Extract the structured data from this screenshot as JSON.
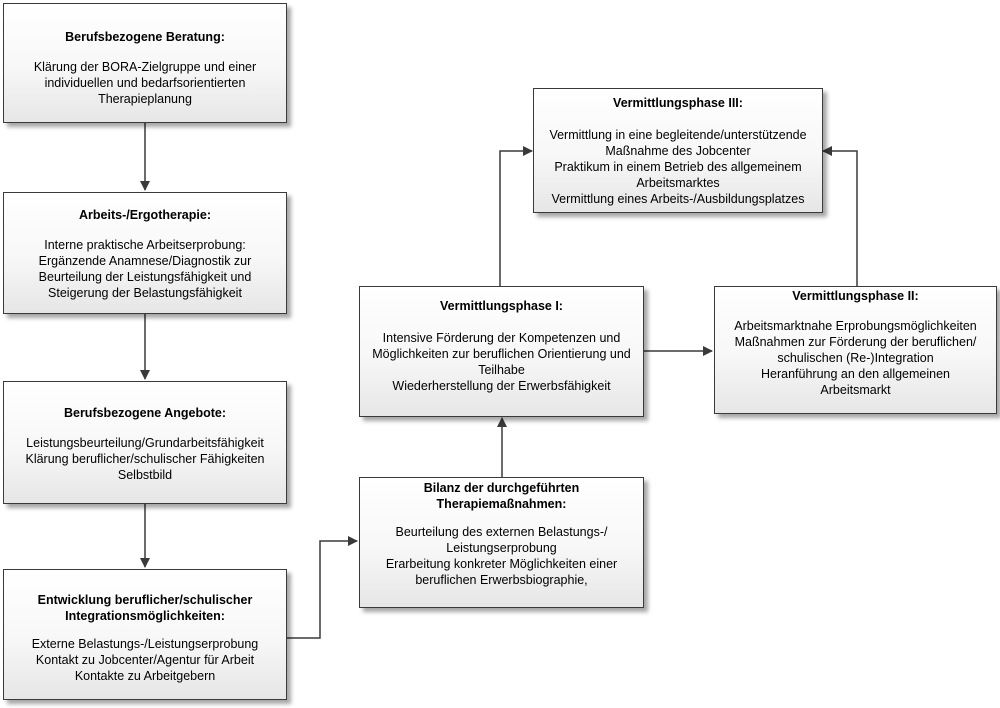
{
  "boxes": {
    "beratung": {
      "title": "Berufsbezogene Beratung:",
      "lines": [
        "Klärung der BORA-Zielgruppe und einer",
        "individuellen und bedarfsorientierten",
        "Therapieplanung"
      ]
    },
    "ergotherapie": {
      "title": "Arbeits-/Ergotherapie:",
      "lines": [
        "Interne praktische Arbeitserprobung:",
        "Ergänzende Anamnese/Diagnostik zur",
        "Beurteilung der Leistungsfähigkeit und",
        "Steigerung der Belastungsfähigkeit"
      ]
    },
    "angebote": {
      "title": "Berufsbezogene Angebote:",
      "lines": [
        "Leistungsbeurteilung/Grundarbeitsfähigkeit",
        "Klärung beruflicher/schulischer Fähigkeiten",
        "Selbstbild"
      ]
    },
    "entwicklung": {
      "title_lines": [
        "Entwicklung beruflicher/schulischer",
        "Integrationsmöglichkeiten:"
      ],
      "lines": [
        "Externe Belastungs-/Leistungserprobung",
        "Kontakt zu Jobcenter/Agentur für Arbeit",
        "Kontakte zu Arbeitgebern"
      ]
    },
    "bilanz": {
      "title_lines": [
        "Bilanz der durchgeführten",
        "Therapiemaßnahmen:"
      ],
      "lines": [
        "Beurteilung des externen Belastungs-/",
        "Leistungserprobung",
        "Erarbeitung konkreter Möglichkeiten einer",
        "beruflichen Erwerbsbiographie,"
      ]
    },
    "phase1": {
      "title": "Vermittlungsphase I:",
      "lines": [
        "Intensive Förderung der Kompetenzen und",
        "Möglichkeiten zur beruflichen Orientierung und",
        "Teilhabe",
        "Wiederherstellung der Erwerbsfähigkeit"
      ]
    },
    "phase2": {
      "title": "Vermittlungsphase II:",
      "lines": [
        "Arbeitsmarktnahe Erprobungsmöglichkeiten",
        "Maßnahmen zur Förderung der beruflichen/",
        "schulischen (Re-)Integration",
        "Heranführung an den allgemeinen",
        "Arbeitsmarkt"
      ]
    },
    "phase3": {
      "title": "Vermittlungsphase III:",
      "lines": [
        "Vermittlung in eine begleitende/unterstützende",
        "Maßnahme des Jobcenter",
        "Praktikum in einem Betrieb des allgemeinem",
        "Arbeitsmarktes",
        "Vermittlung eines Arbeits-/Ausbildungsplatzes"
      ]
    }
  },
  "edges": [
    {
      "from": "beratung",
      "to": "ergotherapie"
    },
    {
      "from": "ergotherapie",
      "to": "angebote"
    },
    {
      "from": "angebote",
      "to": "entwicklung"
    },
    {
      "from": "entwicklung",
      "to": "bilanz"
    },
    {
      "from": "bilanz",
      "to": "phase1"
    },
    {
      "from": "phase1",
      "to": "phase2"
    },
    {
      "from": "phase1",
      "to": "phase3"
    },
    {
      "from": "phase2",
      "to": "phase3"
    }
  ],
  "colors": {
    "border": "#3a3a3a",
    "arrow": "#3a3a3a",
    "fill_top": "#ffffff",
    "fill_bottom": "#e6e6e6"
  }
}
